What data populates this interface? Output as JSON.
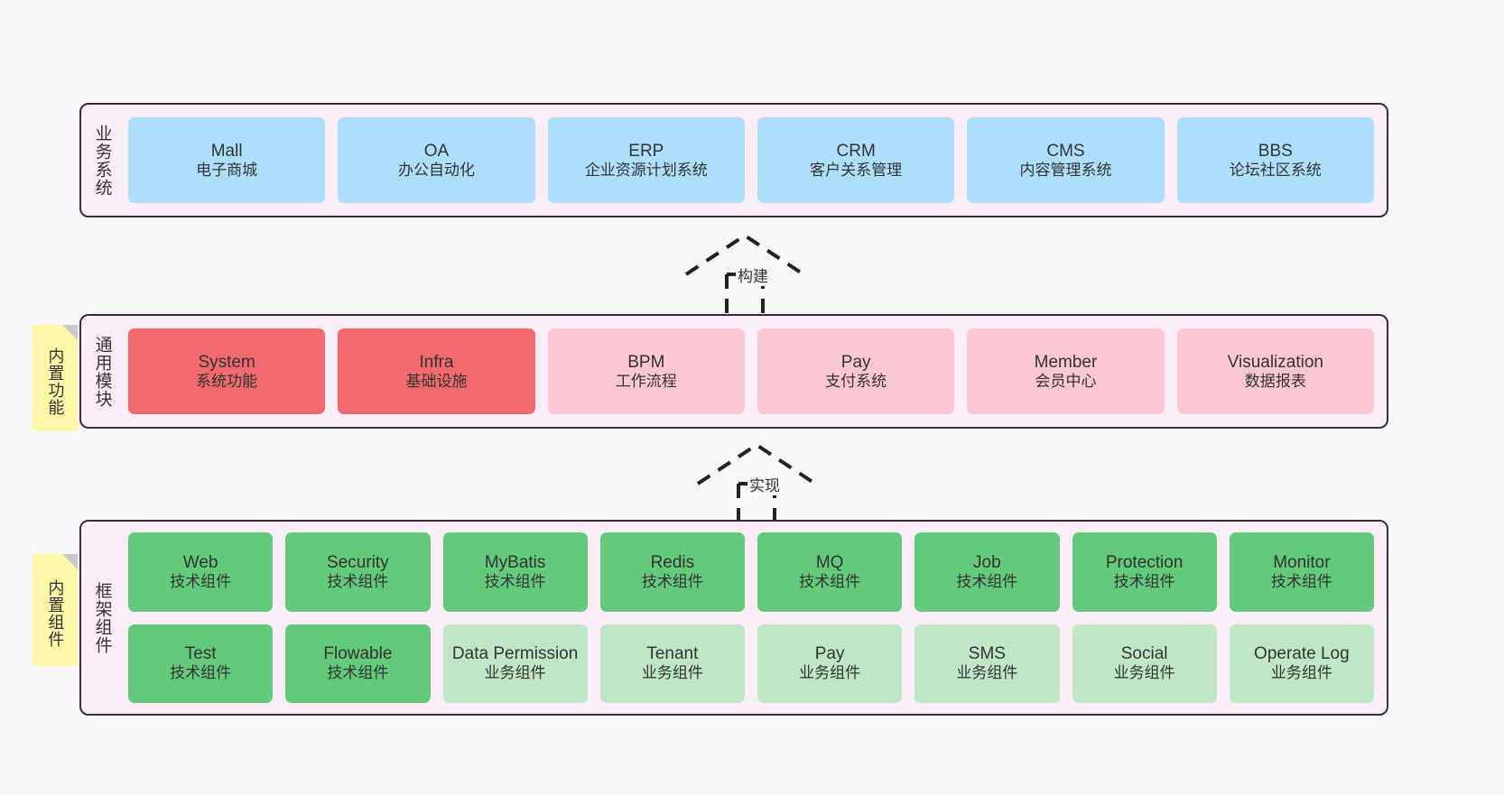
{
  "layers": {
    "business": {
      "title": "业务系统",
      "items": [
        {
          "en": "Mall",
          "cn": "电子商城",
          "color": "#addffc"
        },
        {
          "en": "OA",
          "cn": "办公自动化",
          "color": "#addffc"
        },
        {
          "en": "ERP",
          "cn": "企业资源计划系统",
          "color": "#addffc"
        },
        {
          "en": "CRM",
          "cn": "客户关系管理",
          "color": "#addffc"
        },
        {
          "en": "CMS",
          "cn": "内容管理系统",
          "color": "#addffc"
        },
        {
          "en": "BBS",
          "cn": "论坛社区系统",
          "color": "#addffc"
        }
      ]
    },
    "modules": {
      "title": "通用模块",
      "items": [
        {
          "en": "System",
          "cn": "系统功能",
          "color": "#f26a6e"
        },
        {
          "en": "Infra",
          "cn": "基础设施",
          "color": "#f26a6e"
        },
        {
          "en": "BPM",
          "cn": "工作流程",
          "color": "#fcc7d2"
        },
        {
          "en": "Pay",
          "cn": "支付系统",
          "color": "#fcc7d2"
        },
        {
          "en": "Member",
          "cn": "会员中心",
          "color": "#fcc7d2"
        },
        {
          "en": "Visualization",
          "cn": "数据报表",
          "color": "#fcc7d2"
        }
      ]
    },
    "framework": {
      "title": "框架组件",
      "row1": [
        {
          "en": "Web",
          "cn": "技术组件",
          "color": "#63ca7b"
        },
        {
          "en": "Security",
          "cn": "技术组件",
          "color": "#63ca7b"
        },
        {
          "en": "MyBatis",
          "cn": "技术组件",
          "color": "#63ca7b"
        },
        {
          "en": "Redis",
          "cn": "技术组件",
          "color": "#63ca7b"
        },
        {
          "en": "MQ",
          "cn": "技术组件",
          "color": "#63ca7b"
        },
        {
          "en": "Job",
          "cn": "技术组件",
          "color": "#63ca7b"
        },
        {
          "en": "Protection",
          "cn": "技术组件",
          "color": "#63ca7b"
        },
        {
          "en": "Monitor",
          "cn": "技术组件",
          "color": "#63ca7b"
        }
      ],
      "row2": [
        {
          "en": "Test",
          "cn": "技术组件",
          "color": "#63ca7b"
        },
        {
          "en": "Flowable",
          "cn": "技术组件",
          "color": "#63ca7b"
        },
        {
          "en": "Data Permission",
          "cn": "业务组件",
          "color": "#bfe7c6"
        },
        {
          "en": "Tenant",
          "cn": "业务组件",
          "color": "#bfe7c6"
        },
        {
          "en": "Pay",
          "cn": "业务组件",
          "color": "#bfe7c6"
        },
        {
          "en": "SMS",
          "cn": "业务组件",
          "color": "#bfe7c6"
        },
        {
          "en": "Social",
          "cn": "业务组件",
          "color": "#bfe7c6"
        },
        {
          "en": "Operate Log",
          "cn": "业务组件",
          "color": "#bfe7c6"
        }
      ]
    }
  },
  "notes": [
    {
      "label": "内置功能"
    },
    {
      "label": "内置组件"
    }
  ],
  "connectors": [
    {
      "label": "构建"
    },
    {
      "label": "实现"
    }
  ],
  "colors": {
    "layer_bg": "#faedf6",
    "layer_border": "#3d2b3d",
    "note_bg": "#fcf8a8",
    "note_fold": "#c9c9c9",
    "business": "#addffc",
    "module_primary": "#f26a6e",
    "module_secondary": "#fcc7d2",
    "tech_component": "#63ca7b",
    "business_component": "#bfe7c6",
    "canvas_bg": "#f7f7f7"
  }
}
